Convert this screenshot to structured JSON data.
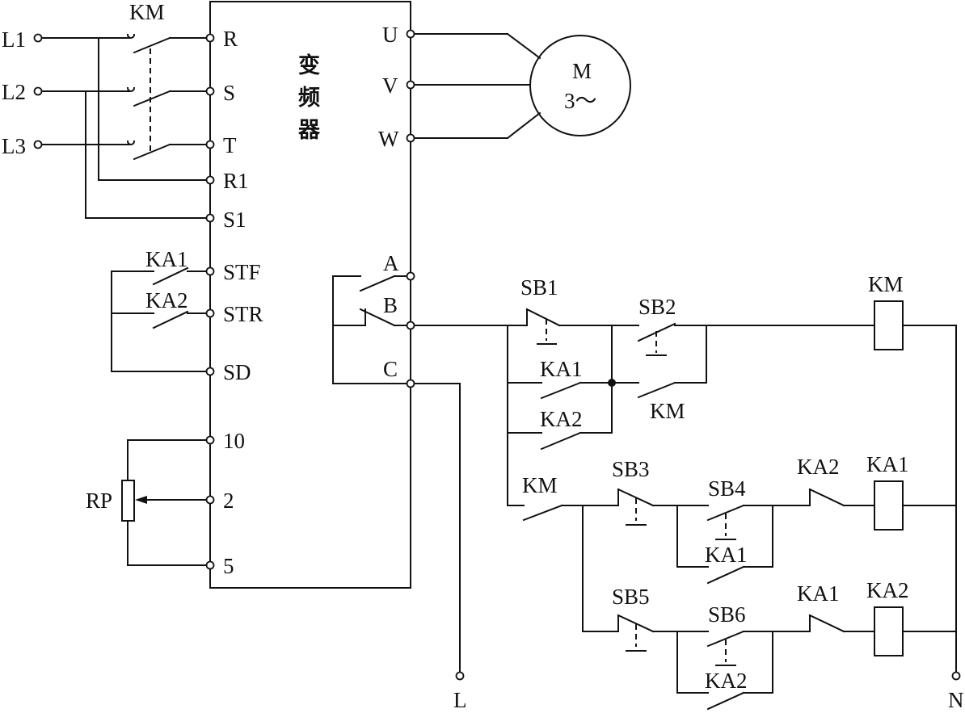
{
  "inverter": {
    "title_chars": [
      "变",
      "频",
      "器"
    ]
  },
  "supply": {
    "phases": [
      "L1",
      "L2",
      "L3"
    ],
    "main_contactor": "KM"
  },
  "inverter_left_terminals": [
    "R",
    "S",
    "T",
    "R1",
    "S1",
    "STF",
    "STR",
    "SD",
    "10",
    "2",
    "5"
  ],
  "inverter_right_terminals": [
    "U",
    "V",
    "W",
    "A",
    "B",
    "C"
  ],
  "motor": {
    "label": "M",
    "spec": "3～"
  },
  "potentiometer": "RP",
  "forward_relay_contact": "KA1",
  "reverse_relay_contact": "KA2",
  "control": {
    "sb1": "SB1",
    "sb2": "SB2",
    "sb3": "SB3",
    "sb4": "SB4",
    "sb5": "SB5",
    "sb6": "SB6",
    "km_coil": "KM",
    "km_hold": "KM",
    "km_series": "KM",
    "ka1_interlock_a": "KA1",
    "ka2_interlock_a": "KA2",
    "ka1_coil": "KA1",
    "ka2_coil": "KA2",
    "ka1_hold": "KA1",
    "ka2_hold": "KA2",
    "ka2_nc": "KA2",
    "ka1_nc": "KA1"
  },
  "outputs": {
    "line": "L",
    "neutral": "N"
  }
}
